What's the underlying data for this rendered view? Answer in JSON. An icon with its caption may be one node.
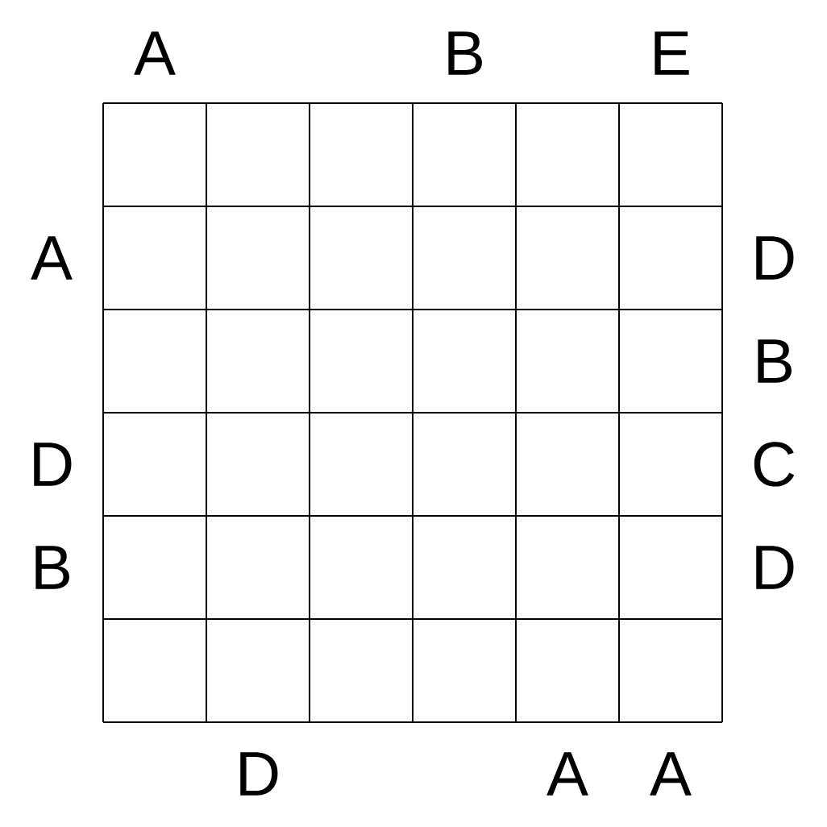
{
  "diagram": {
    "labels": [
      "A",
      "B",
      "E",
      "A",
      "D",
      "B",
      "D",
      "C",
      "B",
      "D",
      "D",
      "A",
      "A"
    ]
  }
}
